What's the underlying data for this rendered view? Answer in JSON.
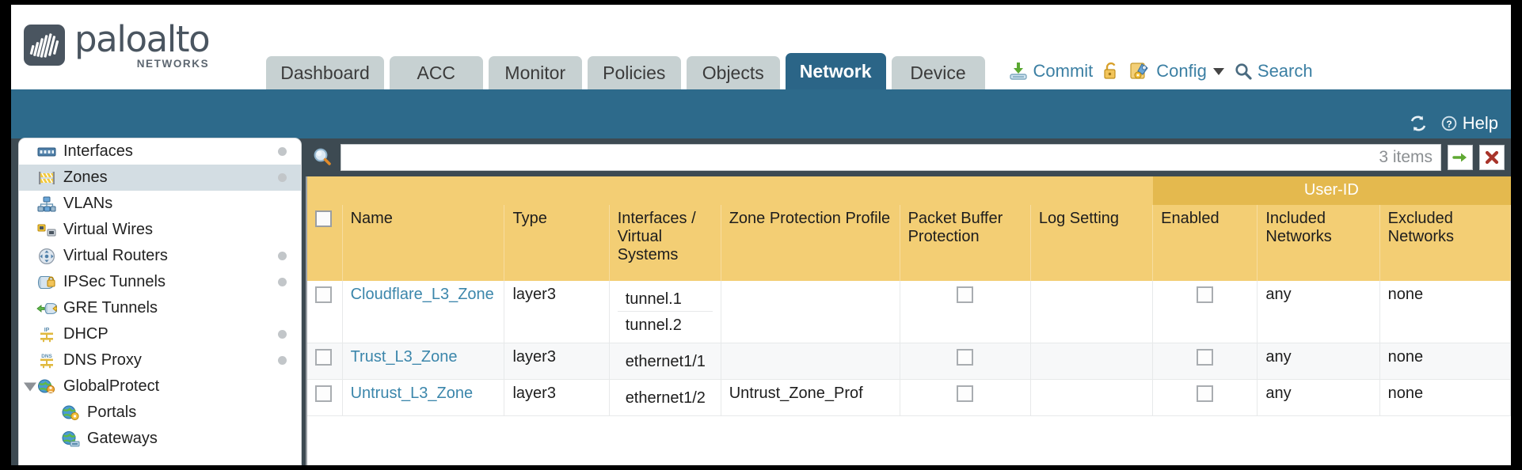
{
  "brand": {
    "name": "paloalto",
    "tagline": "NETWORKS"
  },
  "tabs": [
    {
      "label": "Dashboard",
      "active": false
    },
    {
      "label": "ACC",
      "active": false
    },
    {
      "label": "Monitor",
      "active": false
    },
    {
      "label": "Policies",
      "active": false
    },
    {
      "label": "Objects",
      "active": false
    },
    {
      "label": "Network",
      "active": true
    },
    {
      "label": "Device",
      "active": false
    }
  ],
  "header_actions": {
    "commit": "Commit",
    "config": "Config",
    "search": "Search",
    "help": "Help"
  },
  "sidebar": {
    "items": [
      {
        "label": "Interfaces",
        "icon": "interfaces-icon",
        "dot": true,
        "selected": false,
        "child": false,
        "expander": false
      },
      {
        "label": "Zones",
        "icon": "zones-icon",
        "dot": true,
        "selected": true,
        "child": false,
        "expander": false
      },
      {
        "label": "VLANs",
        "icon": "vlans-icon",
        "dot": false,
        "selected": false,
        "child": false,
        "expander": false
      },
      {
        "label": "Virtual Wires",
        "icon": "virtual-wires-icon",
        "dot": false,
        "selected": false,
        "child": false,
        "expander": false
      },
      {
        "label": "Virtual Routers",
        "icon": "virtual-routers-icon",
        "dot": true,
        "selected": false,
        "child": false,
        "expander": false
      },
      {
        "label": "IPSec Tunnels",
        "icon": "ipsec-tunnels-icon",
        "dot": true,
        "selected": false,
        "child": false,
        "expander": false
      },
      {
        "label": "GRE Tunnels",
        "icon": "gre-tunnels-icon",
        "dot": false,
        "selected": false,
        "child": false,
        "expander": false
      },
      {
        "label": "DHCP",
        "icon": "dhcp-icon",
        "dot": true,
        "selected": false,
        "child": false,
        "expander": false
      },
      {
        "label": "DNS Proxy",
        "icon": "dns-proxy-icon",
        "dot": true,
        "selected": false,
        "child": false,
        "expander": false
      },
      {
        "label": "GlobalProtect",
        "icon": "globalprotect-icon",
        "dot": false,
        "selected": false,
        "child": false,
        "expander": true
      },
      {
        "label": "Portals",
        "icon": "portals-icon",
        "dot": false,
        "selected": false,
        "child": true,
        "expander": false
      },
      {
        "label": "Gateways",
        "icon": "gateways-icon",
        "dot": false,
        "selected": false,
        "child": true,
        "expander": false
      }
    ]
  },
  "search": {
    "value": "",
    "placeholder": "",
    "item_count": "3 items"
  },
  "table": {
    "group_header": "User-ID",
    "columns": [
      "Name",
      "Type",
      "Interfaces / Virtual Systems",
      "Zone Protection Profile",
      "Packet Buffer Protection",
      "Log Setting",
      "Enabled",
      "Included Networks",
      "Excluded Networks"
    ],
    "rows": [
      {
        "selected": false,
        "name": "Cloudflare_L3_Zone",
        "type": "layer3",
        "interfaces": [
          "tunnel.1",
          "tunnel.2"
        ],
        "zone_protection_profile": "",
        "packet_buffer_protection": false,
        "log_setting": "",
        "user_id_enabled": false,
        "included_networks": "any",
        "excluded_networks": "none"
      },
      {
        "selected": false,
        "name": "Trust_L3_Zone",
        "type": "layer3",
        "interfaces": [
          "ethernet1/1"
        ],
        "zone_protection_profile": "",
        "packet_buffer_protection": false,
        "log_setting": "",
        "user_id_enabled": false,
        "included_networks": "any",
        "excluded_networks": "none"
      },
      {
        "selected": false,
        "name": "Untrust_L3_Zone",
        "type": "layer3",
        "interfaces": [
          "ethernet1/2"
        ],
        "zone_protection_profile": "Untrust_Zone_Prof",
        "packet_buffer_protection": false,
        "log_setting": "",
        "user_id_enabled": false,
        "included_networks": "any",
        "excluded_networks": "none"
      }
    ]
  },
  "colors": {
    "brand_blue": "#2d6a8b",
    "header_amber": "#f3ce74",
    "group_amber": "#e4b94e",
    "link_blue": "#3b86ab",
    "panel_bg": "#3d4a52"
  }
}
